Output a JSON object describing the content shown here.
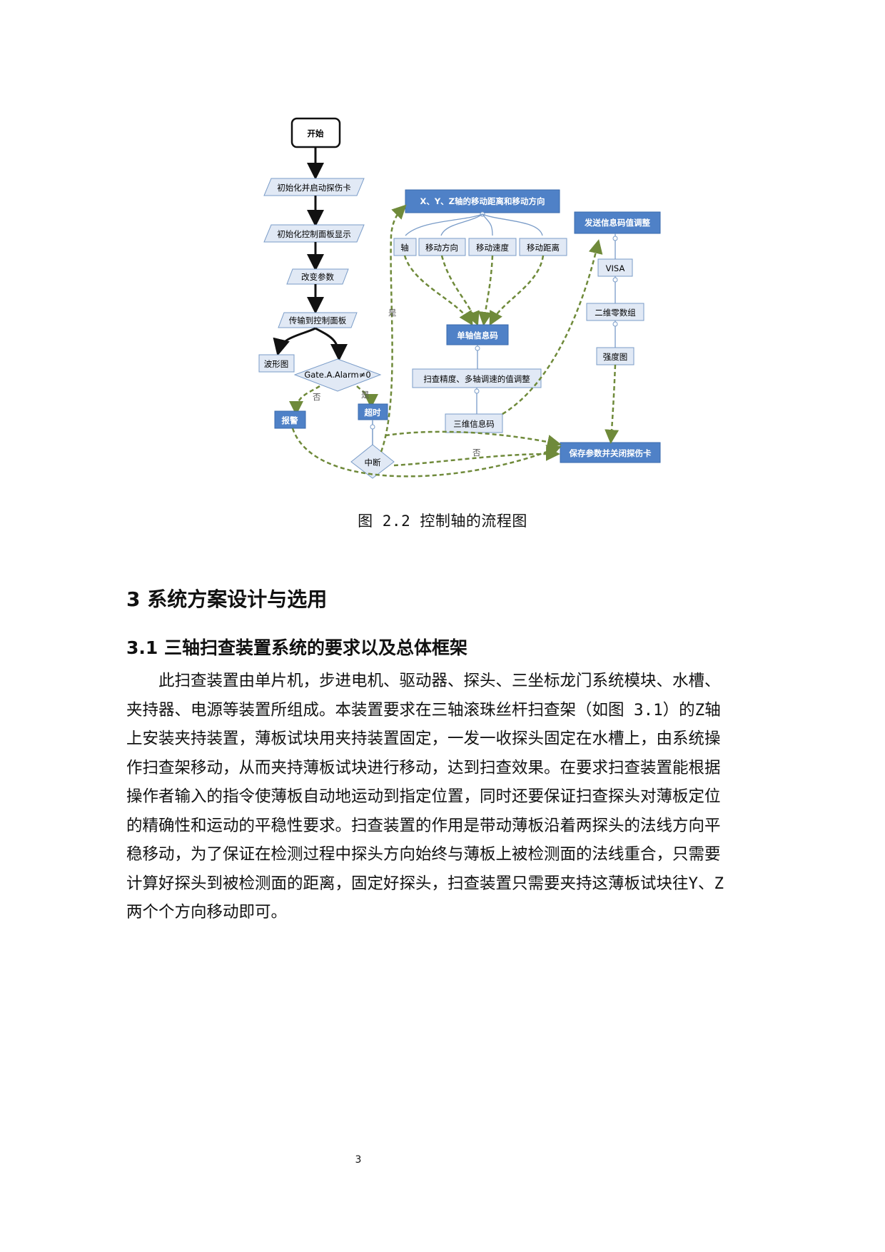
{
  "figure": {
    "caption": "图 2.2 控制轴的流程图",
    "nodes": {
      "start": "开始",
      "init_card": "初始化并启动探伤卡",
      "init_panel": "初始化控制面板显示",
      "change_params": "改变参数",
      "transfer_panel": "传输到控制面板",
      "waveform": "波形图",
      "gate_condition": "Gate.A.Alarm≠0",
      "alarm": "报警",
      "timeout": "超时",
      "interrupt": "中断",
      "xyz_header": "X、Y、Z轴的移动距离和移动方向",
      "axis": "轴",
      "move_direction": "移动方向",
      "move_speed": "移动速度",
      "move_distance": "移动距离",
      "single_axis_code": "单轴信息码",
      "scan_adjust": "扫查精度、多轴调速的值调整",
      "three_dim_code": "三维信息码",
      "send_code": "发送信息码值调整",
      "visa": "VISA",
      "two_dim_array": "二维零数组",
      "intensity_map": "强度图",
      "save_close": "保存参数并关闭探伤卡"
    },
    "edge_labels": {
      "no": "否",
      "yes": "是",
      "yes_interrupt": "是",
      "no_interrupt": "否"
    },
    "colors": {
      "blue_fill": "#4f81c7",
      "light_fill": "#e1e9f5",
      "arrow_green": "#6f8a3a",
      "dark": "#111111"
    }
  },
  "section": {
    "title": "3 系统方案设计与选用"
  },
  "subsection": {
    "title": "3.1 三轴扫查装置系统的要求以及总体框架"
  },
  "body": {
    "lines": [
      "　　此扫查装置由单片机，步进电机、驱动器、探头、三坐标龙门系统模块、水槽、",
      "夹持器、电源等装置所组成。本装置要求在三轴滚珠丝杆扫查架（如图 3.1）的Z轴",
      "上安装夹持装置，薄板试块用夹持装置固定，一发一收探头固定在水槽上，由系统操",
      "作扫查架移动，从而夹持薄板试块进行移动，达到扫查效果。在要求扫查装置能根据",
      "操作者输入的指令使薄板自动地运动到指定位置，同时还要保证扫查探头对薄板定位",
      "的精确性和运动的平稳性要求。扫查装置的作用是带动薄板沿着两探头的法线方向平",
      "稳移动，为了保证在检测过程中探头方向始终与薄板上被检测面的法线重合，只需要",
      "计算好探头到被检测面的距离，固定好探头，扫查装置只需要夹持这薄板试块往Y、Z",
      "两个个方向移动即可。"
    ]
  },
  "page_number": "3"
}
